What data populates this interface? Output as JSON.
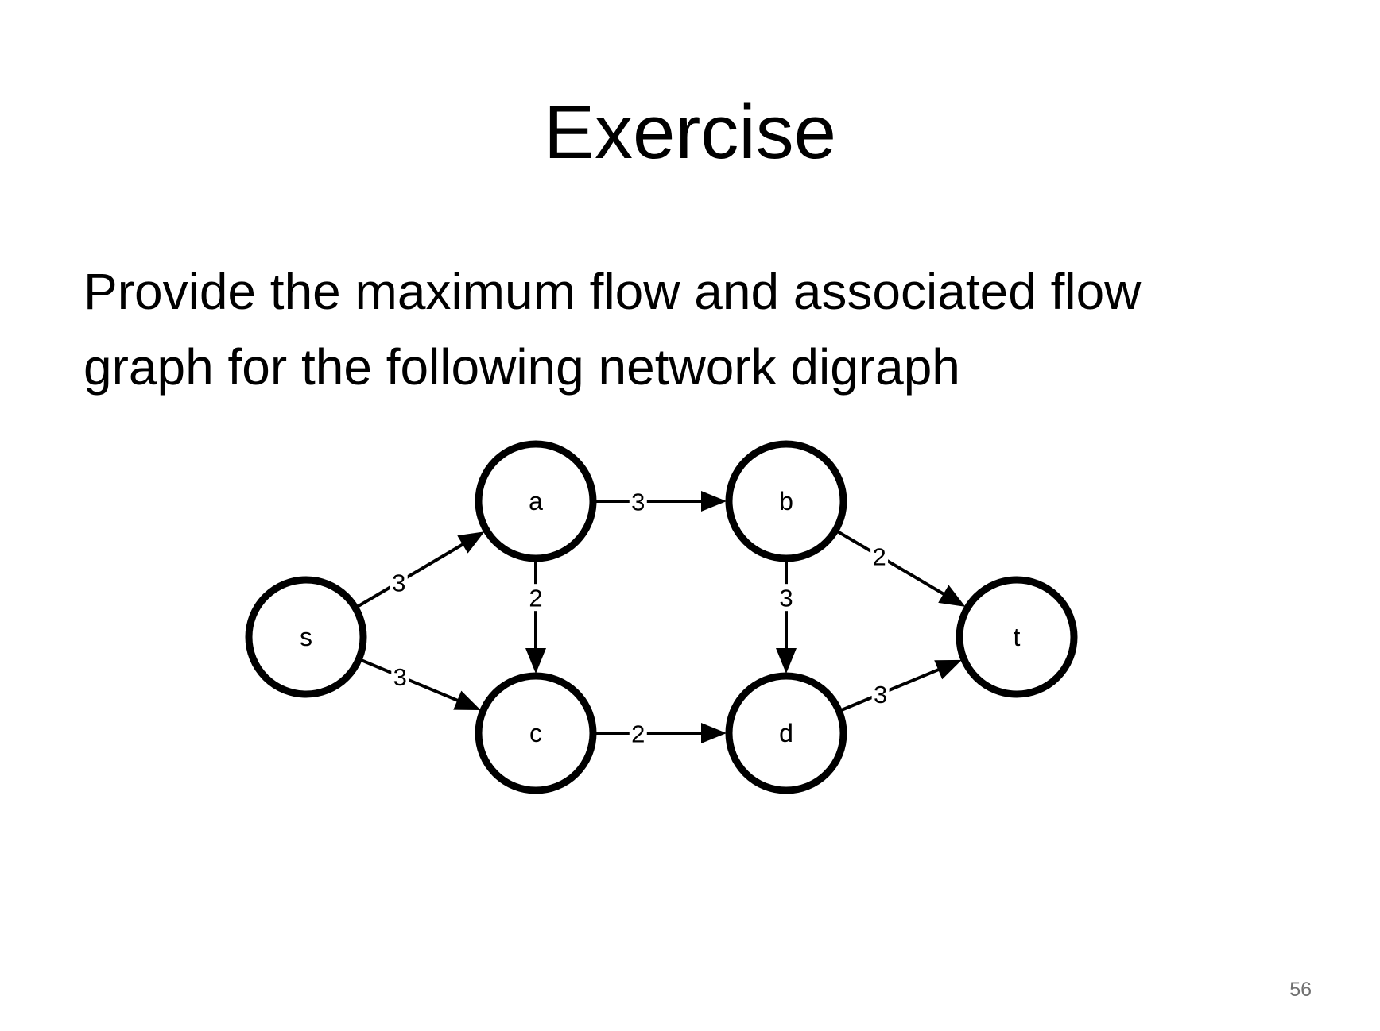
{
  "slide": {
    "title": "Exercise",
    "body_lines": [
      "Provide the maximum flow and associated flow",
      "graph for the following network digraph"
    ],
    "page_number": "56"
  },
  "graph": {
    "nodes": [
      {
        "id": "s",
        "label": "s"
      },
      {
        "id": "a",
        "label": "a"
      },
      {
        "id": "b",
        "label": "b"
      },
      {
        "id": "c",
        "label": "c"
      },
      {
        "id": "d",
        "label": "d"
      },
      {
        "id": "t",
        "label": "t"
      }
    ],
    "edges": [
      {
        "from": "s",
        "to": "a",
        "capacity": "3"
      },
      {
        "from": "s",
        "to": "c",
        "capacity": "3"
      },
      {
        "from": "a",
        "to": "b",
        "capacity": "3"
      },
      {
        "from": "a",
        "to": "c",
        "capacity": "2"
      },
      {
        "from": "b",
        "to": "d",
        "capacity": "3"
      },
      {
        "from": "b",
        "to": "t",
        "capacity": "2"
      },
      {
        "from": "c",
        "to": "d",
        "capacity": "2"
      },
      {
        "from": "d",
        "to": "t",
        "capacity": "3"
      }
    ]
  }
}
